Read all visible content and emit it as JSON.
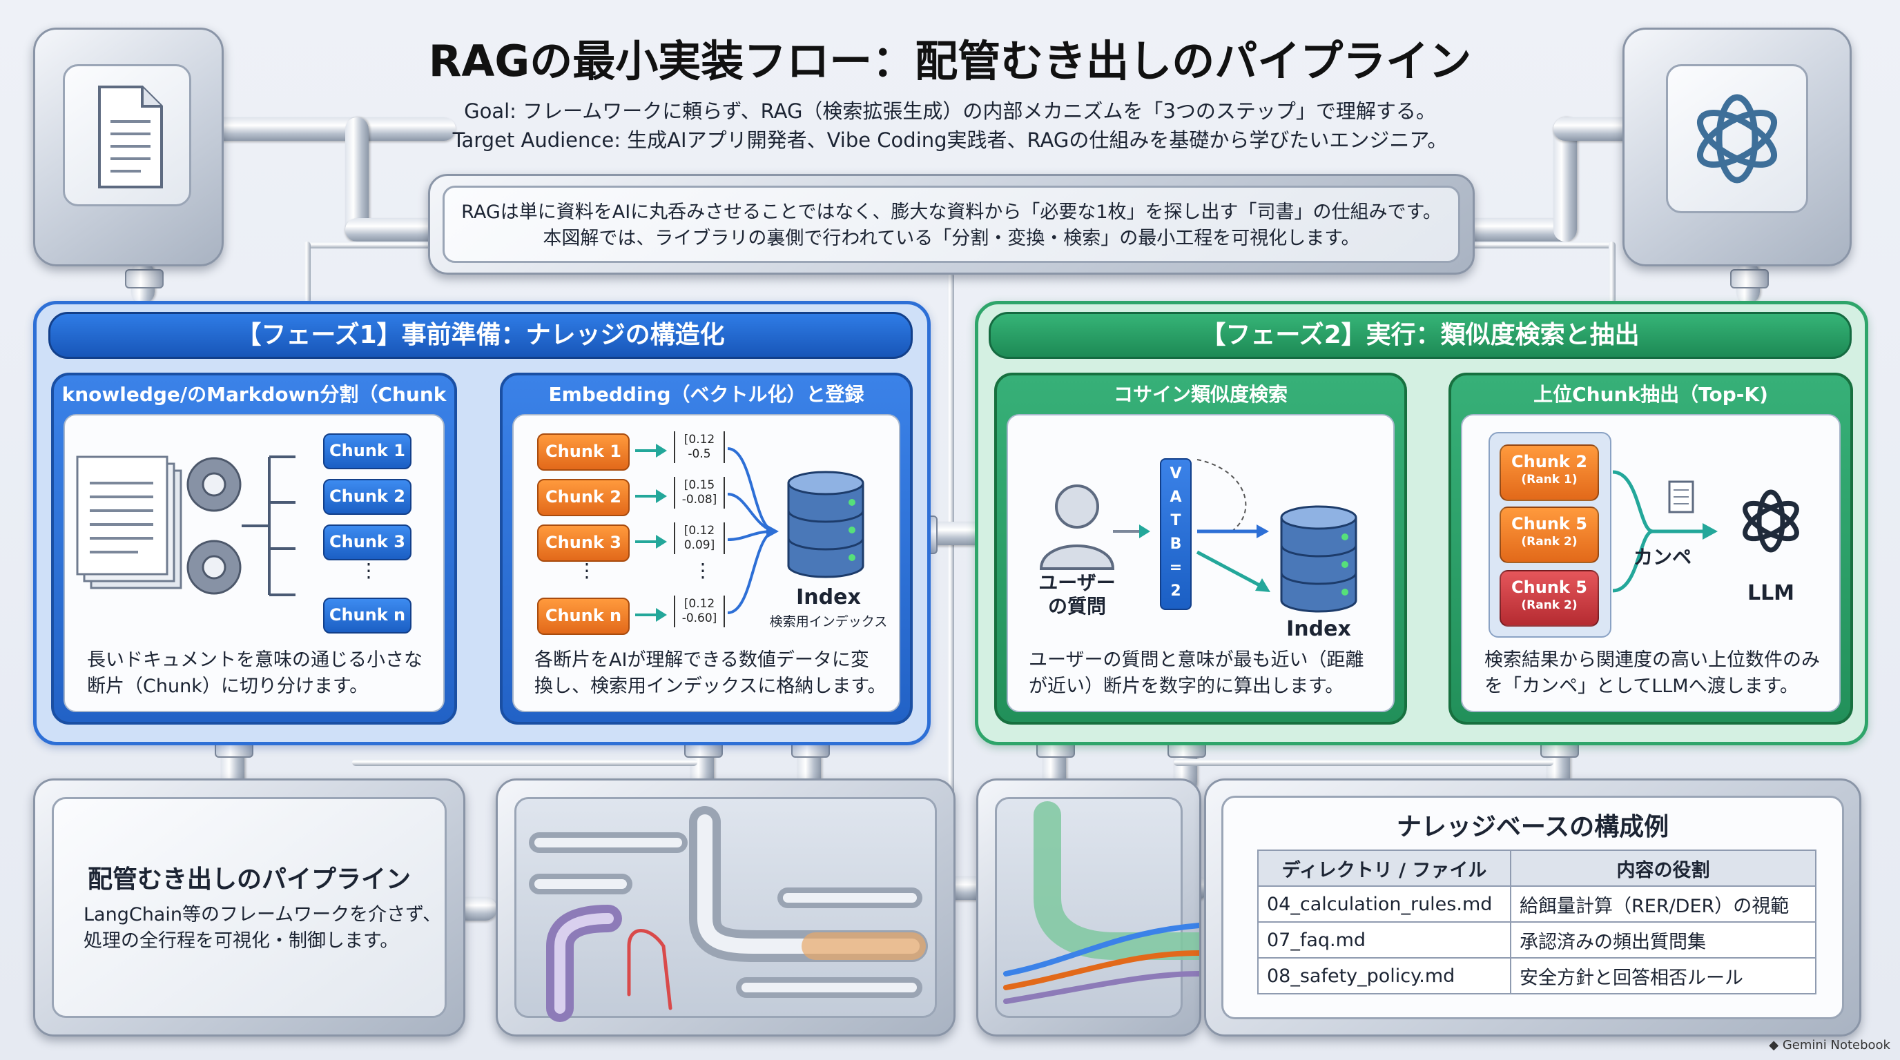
{
  "header": {
    "title": "RAGの最小実装フロー：配管むき出しのパイプライン",
    "goal": "Goal: フレームワークに頼らず、RAG（検索拡張生成）の内部メカニズムを「3つのステップ」で理解する。",
    "audience": "Target Audience: 生成AIアプリ開発者、Vibe Coding実践者、RAGの仕組みを基礎から学びたいエンジニア。"
  },
  "intro": {
    "line1": "RAGは単に資料をAIに丸呑みさせることではなく、膨大な資料から「必要な1枚」を探し出す「司書」の仕組みです。",
    "line2": "本図解では、ライブラリの裏側で行われている「分割・変換・検索」の最小工程を可視化します。"
  },
  "phase1": {
    "banner": "【フェーズ1】事前準備：ナレッジの構造化",
    "split": {
      "title": "knowledge/のMarkdown分割（Chunk化）",
      "chunks": [
        "Chunk 1",
        "Chunk 2",
        "Chunk 3",
        "Chunk n"
      ],
      "dots": "⋮",
      "desc1": "長いドキュメントを意味の通じる小さな",
      "desc2": "断片（Chunk）に切り分けます。"
    },
    "embed": {
      "title": "Embedding（ベクトル化）と登録",
      "chunks": [
        "Chunk 1",
        "Chunk 2",
        "Chunk 3",
        "Chunk n"
      ],
      "vectors": [
        [
          "[0.12",
          "-0.5"
        ],
        [
          "[0.15",
          "-0.08]"
        ],
        [
          "[0.12",
          "0.09]"
        ],
        [
          "[0.12",
          "-0.60]"
        ]
      ],
      "dots": "⋮",
      "index": "Index",
      "index_sub": "検索用インデックス",
      "desc1": "各断片をAIが理解できる数値データに変",
      "desc2": "換し、検索用インデックスに格納します。"
    }
  },
  "phase2": {
    "banner": "【フェーズ2】実行：類似度検索と抽出",
    "cosine": {
      "title": "コサイン類似度検索",
      "user1": "ユーザー",
      "user2": "の質問",
      "vec": [
        "V",
        "A",
        "T",
        "B",
        "=",
        "2"
      ],
      "index": "Index",
      "desc1": "ユーザーの質問と意味が最も近い（距離",
      "desc2": "が近い）断片を数字的に算出します。"
    },
    "topk": {
      "title": "上位Chunk抽出（Top-K)",
      "ranks": [
        {
          "name": "Chunk 2",
          "rank": "(Rank 1)",
          "color": "#e8741e"
        },
        {
          "name": "Chunk 5",
          "rank": "(Rank 2)",
          "color": "#e8741e"
        },
        {
          "name": "Chunk 5",
          "rank": "(Rank 2)",
          "color": "#c8353b"
        }
      ],
      "kanpe": "カンペ",
      "llm": "LLM",
      "desc1": "検索結果から関連度の高い上位数件のみ",
      "desc2": "を「カンペ」としてLLMへ渡します。"
    }
  },
  "pipeline": {
    "title": "配管むき出しのパイプライン",
    "desc1": "LangChain等のフレームワークを介さず、",
    "desc2": "処理の全行程を可視化・制御します。"
  },
  "kb": {
    "title": "ナレッジベースの構成例",
    "headers": [
      "ディレクトリ / ファイル",
      "内容の役割"
    ],
    "rows": [
      [
        "04_calculation_rules.md",
        "給餌量計算（RER/DER）の視範"
      ],
      [
        "07_faq.md",
        "承認済みの頻出質問集"
      ],
      [
        "08_safety_policy.md",
        "安全方針と回答相否ルール"
      ]
    ]
  },
  "footer": {
    "credit": "Gemini Notebook"
  },
  "colors": {
    "phase1": "#2d6fd6",
    "phase2": "#2ea56a",
    "chunk": "#e2691a",
    "teal": "#23a79a"
  }
}
